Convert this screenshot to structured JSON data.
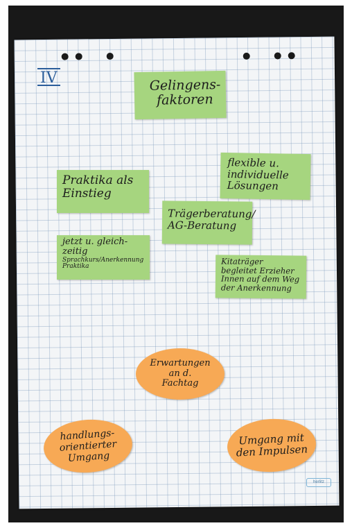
{
  "sheet_number": "IV",
  "title_note": {
    "lines": [
      "Gelingens-",
      "faktoren"
    ]
  },
  "notes": [
    {
      "id": "praktika",
      "lines": [
        "Praktika als",
        "Einstieg"
      ]
    },
    {
      "id": "flexible",
      "lines": [
        "flexible u.",
        "individuelle",
        "Lösungen"
      ]
    },
    {
      "id": "traeger",
      "lines": [
        "Trägerberatung/",
        "AG-Beratung"
      ]
    },
    {
      "id": "jetzt",
      "lines": [
        "jetzt u. gleich-",
        "zeitig",
        "Sprachkurs/Anerkennung",
        "Praktika"
      ]
    },
    {
      "id": "kita",
      "lines": [
        "Kitaträger",
        "begleitet Erzieher",
        "Innen auf dem Weg",
        "der Anerkennung"
      ]
    }
  ],
  "ovals": [
    {
      "id": "erwartungen",
      "lines": [
        "Erwartungen",
        "an d.",
        "Fachtag"
      ]
    },
    {
      "id": "handlung",
      "lines": [
        "handlungs-",
        "orientierter",
        "Umgang"
      ]
    },
    {
      "id": "umgang",
      "lines": [
        "Umgang mit",
        "den Impulsen"
      ]
    }
  ],
  "brand_logo": "herlitz",
  "colors": {
    "green_note": "#a6d57f",
    "orange_note": "#f7a955",
    "grid": "#7896b9",
    "ink_blue": "#2a5d9a"
  }
}
